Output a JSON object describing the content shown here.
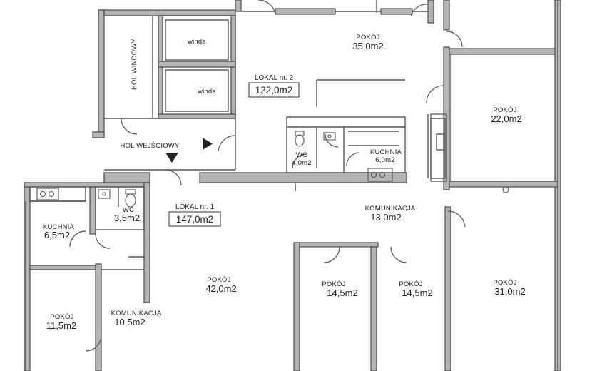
{
  "rooms": {
    "hol_windowy": {
      "name": "HOL WINDOWY"
    },
    "winda_1": {
      "name": "winda"
    },
    "winda_2": {
      "name": "winda"
    },
    "hol_wejsciowy": {
      "name": "HOL WEJŚCIOWY"
    },
    "pokoj_35": {
      "name": "POKÓJ",
      "area": "35,0m2"
    },
    "pokoj_22": {
      "name": "POKÓJ",
      "area": "22,0m2"
    },
    "wc_4": {
      "name": "WC",
      "area": "4,0m2"
    },
    "kuchnia_6": {
      "name": "KUCHNIA",
      "area": "6,0m2"
    },
    "wc_35": {
      "name": "WC",
      "area": "3,5m2"
    },
    "kuchnia_65": {
      "name": "KUCHNIA",
      "area": "6,5m2"
    },
    "komunikacja_13": {
      "name": "KOMUNIKACJA",
      "area": "13,0m2"
    },
    "pokoj_42": {
      "name": "POKÓJ",
      "area": "42,0m2"
    },
    "pokoj_145a": {
      "name": "POKÓJ",
      "area": "14,5m2"
    },
    "pokoj_145b": {
      "name": "POKÓJ",
      "area": "14,5m2"
    },
    "pokoj_31": {
      "name": "POKÓJ",
      "area": "31,0m2"
    },
    "pokoj_115": {
      "name": "POKÓJ",
      "area": "11,5m2"
    },
    "komunikacja_105": {
      "name": "KOMUNIKACJA",
      "area": "10,5m2"
    }
  },
  "units": {
    "lokal_1": {
      "name": "LOKAL nr. 1",
      "area": "147,0m2"
    },
    "lokal_2": {
      "name": "LOKAL nr. 2",
      "area": "122,0m2"
    }
  },
  "colors": {
    "wall": "#4a4a4a",
    "wall_fill": "#b5b5b5",
    "line": "#555555"
  },
  "icons": [
    "entrance-arrow-down-icon",
    "entrance-arrow-right-icon",
    "toilet-icon",
    "sink-icon",
    "stove-icon"
  ]
}
